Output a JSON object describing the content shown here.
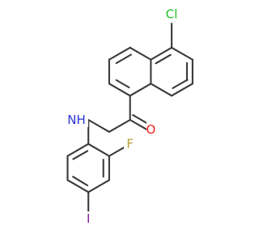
{
  "molecule": {
    "atoms": {
      "cl": {
        "text": "Cl",
        "color": "#1fbf1f"
      },
      "o": {
        "text": "O",
        "color": "#ff1a1a"
      },
      "nh": {
        "text": "NH",
        "color": "#2a35d6"
      },
      "f": {
        "text": "F",
        "color": "#b8a038"
      },
      "i": {
        "text": "I",
        "color": "#8a1ca0"
      }
    },
    "bond_color": "#3a3a3a"
  }
}
